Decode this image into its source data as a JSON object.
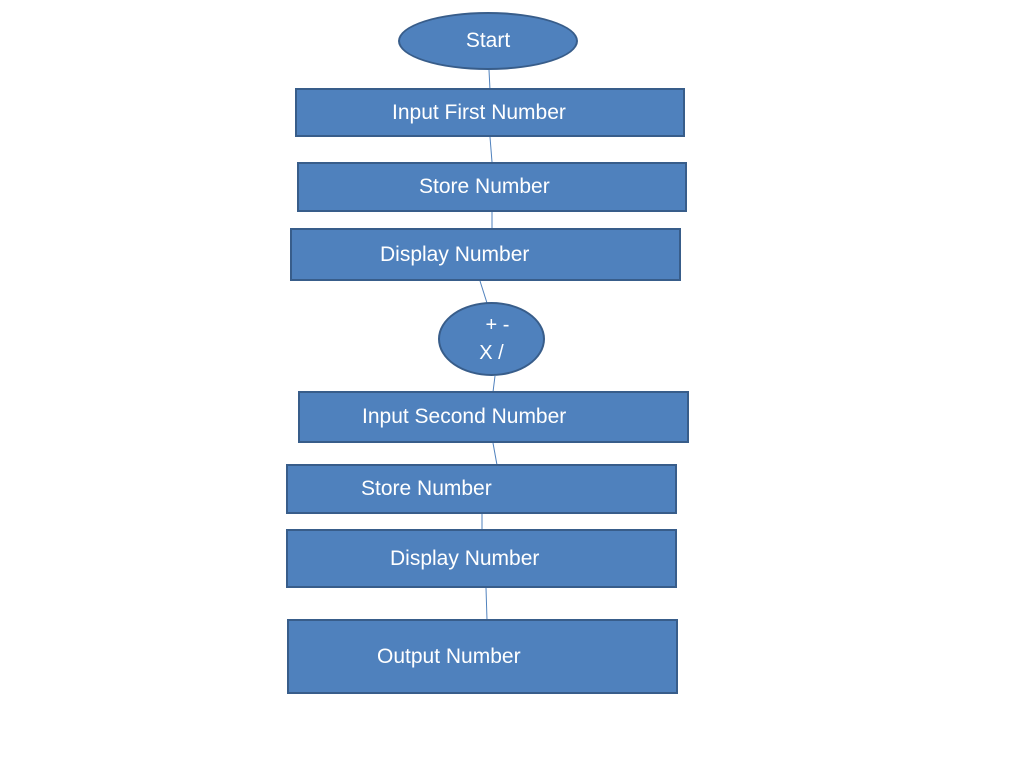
{
  "diagram": {
    "start_label": "Start",
    "input_first_label": "Input First Number",
    "store_first_label": "Store Number",
    "display_first_label": "Display Number",
    "operator_line1": "+ -",
    "operator_line2": "X /",
    "input_second_label": "Input Second Number",
    "store_second_label": "Store Number",
    "display_second_label": "Display Number",
    "output_label": "Output Number"
  },
  "colors": {
    "shape_fill": "#4f81bd",
    "shape_border": "#385d8a",
    "connector": "#4f81bd",
    "text": "#ffffff"
  }
}
